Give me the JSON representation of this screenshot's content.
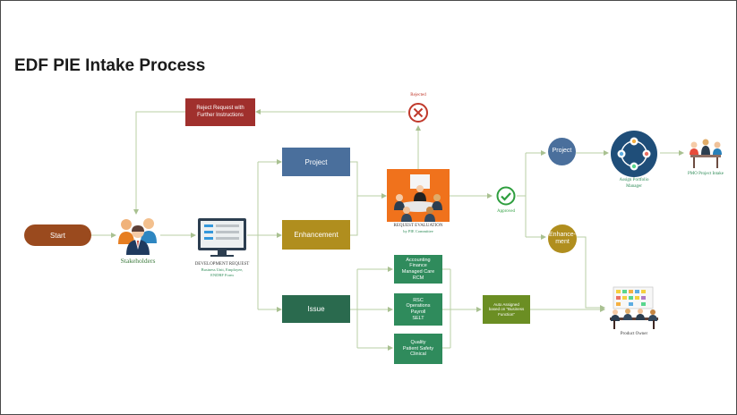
{
  "title": "EDF PIE Intake Process",
  "colors": {
    "start": "#9a4a1e",
    "reject_box": "#a0302d",
    "project": "#4a6f9c",
    "enhancement": "#b08e1e",
    "issue": "#2a6a4e",
    "category": "#2f8b5c",
    "auto_assign": "#6b8e23",
    "project_circle": "#4a6f9c",
    "enhancement_circle": "#b08e1e",
    "reject_icon": "#c0392b",
    "approve_icon": "#2e9e3e",
    "arrow": "#b9cfa4"
  },
  "nodes": {
    "start": "Start",
    "stakeholders": "Stakeholders",
    "dev_request": {
      "title": "DEVELOPMENT REQUEST",
      "subtitle_1": "Business Unit, Employee,",
      "subtitle_2": "ENDRF Form"
    },
    "reject_box": "Reject Request with\nFurther Instructions",
    "rejected": "Rejected",
    "project": "Project",
    "enhancement": "Enhancement",
    "issue": "Issue",
    "request_evaluation": {
      "title": "REQUEST EVALUATION",
      "subtitle": "by PIE Committee"
    },
    "approved": "Approved",
    "project_circle": "Project",
    "enhancement_circle": "Enhance-\nment",
    "portfolio_manager": "Assign Portfolio\nManager",
    "pmo_intake": "PMO Project Intake",
    "categories": [
      "Accounting\nFinance\nManaged Care\nRCM",
      "RSC\nOperations\nPayroll\nSELT",
      "Quality\nPatient Safety\nClinical"
    ],
    "auto_assign": "Auto Assigned\nbased on \"Business\nFunction\"",
    "product_owner": "Product Owner"
  }
}
